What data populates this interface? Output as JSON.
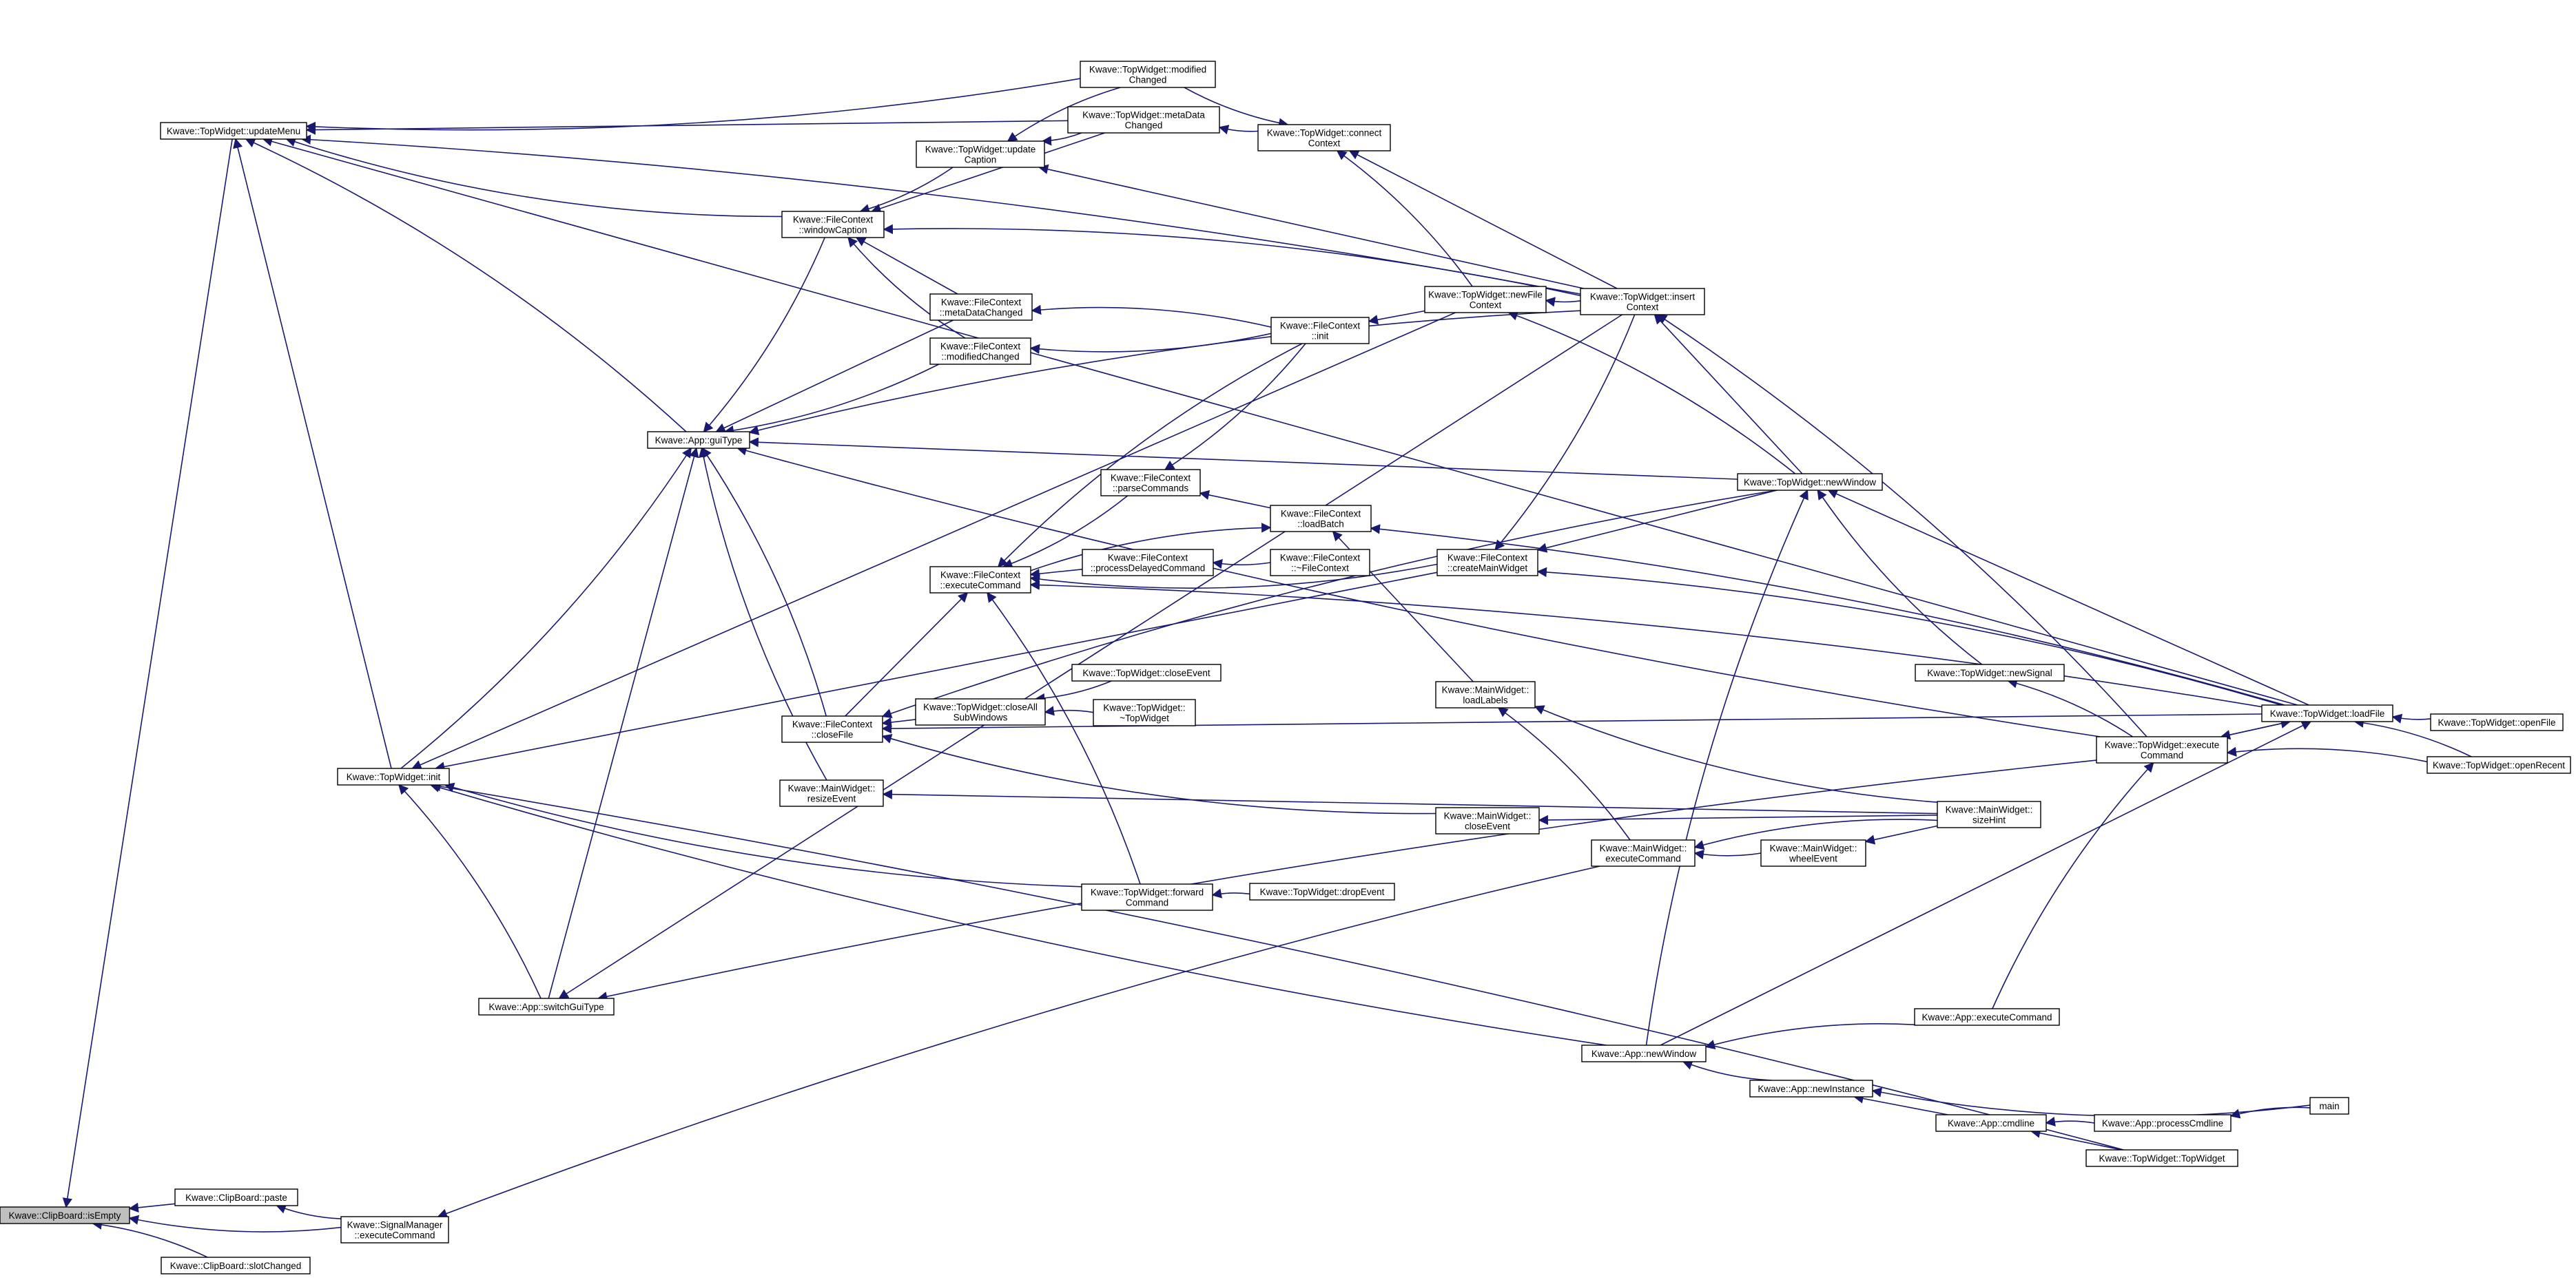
{
  "graph": {
    "title": "Kwave::ClipBoard::isEmpty caller graph",
    "colors": {
      "edge": "#191970",
      "root_fill": "#bfbfbf",
      "node_fill": "#ffffff",
      "node_stroke": "#000000"
    },
    "nodes": [
      {
        "id": "isEmpty",
        "lines": [
          "Kwave::ClipBoard::isEmpty"
        ],
        "root": true
      },
      {
        "id": "paste",
        "lines": [
          "Kwave::ClipBoard::paste"
        ]
      },
      {
        "id": "slotChanged",
        "lines": [
          "Kwave::ClipBoard::slotChanged"
        ]
      },
      {
        "id": "signalMgrExec",
        "lines": [
          "Kwave::SignalManager",
          "::executeCommand"
        ]
      },
      {
        "id": "updateMenu",
        "lines": [
          "Kwave::TopWidget::updateMenu"
        ]
      },
      {
        "id": "twInit",
        "lines": [
          "Kwave::TopWidget::init"
        ]
      },
      {
        "id": "guiType",
        "lines": [
          "Kwave::App::guiType"
        ]
      },
      {
        "id": "switchGuiType",
        "lines": [
          "Kwave::App::switchGuiType"
        ]
      },
      {
        "id": "twModifiedChanged",
        "lines": [
          "Kwave::TopWidget::modified",
          "Changed"
        ]
      },
      {
        "id": "twMetaDataChanged",
        "lines": [
          "Kwave::TopWidget::metaData",
          "Changed"
        ]
      },
      {
        "id": "twUpdateCaption",
        "lines": [
          "Kwave::TopWidget::update",
          "Caption"
        ]
      },
      {
        "id": "twConnectContext",
        "lines": [
          "Kwave::TopWidget::connect",
          "Context"
        ]
      },
      {
        "id": "fcWindowCaption",
        "lines": [
          "Kwave::FileContext",
          "::windowCaption"
        ]
      },
      {
        "id": "fcMetaDataChanged",
        "lines": [
          "Kwave::FileContext",
          "::metaDataChanged"
        ]
      },
      {
        "id": "fcModifiedChanged",
        "lines": [
          "Kwave::FileContext",
          "::modifiedChanged"
        ]
      },
      {
        "id": "fcInit",
        "lines": [
          "Kwave::FileContext",
          "::init"
        ]
      },
      {
        "id": "twNewFileContext",
        "lines": [
          "Kwave::TopWidget::newFile",
          "Context"
        ]
      },
      {
        "id": "twInsertContext",
        "lines": [
          "Kwave::TopWidget::insert",
          "Context"
        ]
      },
      {
        "id": "fcParseCommands",
        "lines": [
          "Kwave::FileContext",
          "::parseCommands"
        ]
      },
      {
        "id": "fcLoadBatch",
        "lines": [
          "Kwave::FileContext",
          "::loadBatch"
        ]
      },
      {
        "id": "fcExecuteCommand",
        "lines": [
          "Kwave::FileContext",
          "::executeCommand"
        ]
      },
      {
        "id": "fcProcessDelayed",
        "lines": [
          "Kwave::FileContext",
          "::processDelayedCommand"
        ]
      },
      {
        "id": "fcDtor",
        "lines": [
          "Kwave::FileContext",
          "::~FileContext"
        ]
      },
      {
        "id": "fcCreateMainWidget",
        "lines": [
          "Kwave::FileContext",
          "::createMainWidget"
        ]
      },
      {
        "id": "twNewWindow",
        "lines": [
          "Kwave::TopWidget::newWindow"
        ]
      },
      {
        "id": "twCloseEvent",
        "lines": [
          "Kwave::TopWidget::closeEvent"
        ]
      },
      {
        "id": "twCloseAll",
        "lines": [
          "Kwave::TopWidget::closeAll",
          "SubWindows"
        ]
      },
      {
        "id": "twDtor",
        "lines": [
          "Kwave::TopWidget::",
          "~TopWidget"
        ]
      },
      {
        "id": "fcCloseFile",
        "lines": [
          "Kwave::FileContext",
          "::closeFile"
        ]
      },
      {
        "id": "mwResizeEvent",
        "lines": [
          "Kwave::MainWidget::",
          "resizeEvent"
        ]
      },
      {
        "id": "mwLoadLabels",
        "lines": [
          "Kwave::MainWidget::",
          "loadLabels"
        ]
      },
      {
        "id": "mwCloseEvent",
        "lines": [
          "Kwave::MainWidget::",
          "closeEvent"
        ]
      },
      {
        "id": "mwExecuteCommand",
        "lines": [
          "Kwave::MainWidget::",
          "executeCommand"
        ]
      },
      {
        "id": "mwWheelEvent",
        "lines": [
          "Kwave::MainWidget::",
          "wheelEvent"
        ]
      },
      {
        "id": "mwSizeHint",
        "lines": [
          "Kwave::MainWidget::",
          "sizeHint"
        ]
      },
      {
        "id": "twForwardCommand",
        "lines": [
          "Kwave::TopWidget::forward",
          "Command"
        ]
      },
      {
        "id": "twDropEvent",
        "lines": [
          "Kwave::TopWidget::dropEvent"
        ]
      },
      {
        "id": "twNewSignal",
        "lines": [
          "Kwave::TopWidget::newSignal"
        ]
      },
      {
        "id": "twExecuteCommand",
        "lines": [
          "Kwave::TopWidget::execute",
          "Command"
        ]
      },
      {
        "id": "twLoadFile",
        "lines": [
          "Kwave::TopWidget::loadFile"
        ]
      },
      {
        "id": "twOpenFile",
        "lines": [
          "Kwave::TopWidget::openFile"
        ]
      },
      {
        "id": "twOpenRecent",
        "lines": [
          "Kwave::TopWidget::openRecent"
        ]
      },
      {
        "id": "appExecuteCommand",
        "lines": [
          "Kwave::App::executeCommand"
        ]
      },
      {
        "id": "appNewWindow",
        "lines": [
          "Kwave::App::newWindow"
        ]
      },
      {
        "id": "appNewInstance",
        "lines": [
          "Kwave::App::newInstance"
        ]
      },
      {
        "id": "appCmdline",
        "lines": [
          "Kwave::App::cmdline"
        ]
      },
      {
        "id": "appProcessCmdline",
        "lines": [
          "Kwave::App::processCmdline"
        ]
      },
      {
        "id": "twCtor",
        "lines": [
          "Kwave::TopWidget::TopWidget"
        ]
      },
      {
        "id": "main",
        "lines": [
          "main"
        ]
      }
    ],
    "edges": [
      {
        "from": "isEmpty",
        "to": "paste"
      },
      {
        "from": "isEmpty",
        "to": "slotChanged"
      },
      {
        "from": "isEmpty",
        "to": "signalMgrExec"
      },
      {
        "from": "isEmpty",
        "to": "updateMenu"
      },
      {
        "from": "paste",
        "to": "signalMgrExec"
      },
      {
        "from": "signalMgrExec",
        "to": "mwExecuteCommand"
      },
      {
        "from": "updateMenu",
        "to": "twInit"
      },
      {
        "from": "updateMenu",
        "to": "guiType"
      },
      {
        "from": "updateMenu",
        "to": "twModifiedChanged"
      },
      {
        "from": "updateMenu",
        "to": "twMetaDataChanged"
      },
      {
        "from": "updateMenu",
        "to": "fcWindowCaption"
      },
      {
        "from": "updateMenu",
        "to": "twInsertContext"
      },
      {
        "from": "updateMenu",
        "to": "twLoadFile"
      },
      {
        "from": "twUpdateCaption",
        "to": "twModifiedChanged"
      },
      {
        "from": "twUpdateCaption",
        "to": "twMetaDataChanged"
      },
      {
        "from": "twUpdateCaption",
        "to": "twInsertContext"
      },
      {
        "from": "twMetaDataChanged",
        "to": "twConnectContext"
      },
      {
        "from": "twConnectContext",
        "to": "twModifiedChanged"
      },
      {
        "from": "twConnectContext",
        "to": "twInsertContext"
      },
      {
        "from": "twConnectContext",
        "to": "twNewFileContext"
      },
      {
        "from": "fcWindowCaption",
        "to": "twUpdateCaption"
      },
      {
        "from": "fcWindowCaption",
        "to": "fcMetaDataChanged"
      },
      {
        "from": "fcWindowCaption",
        "to": "fcModifiedChanged"
      },
      {
        "from": "fcWindowCaption",
        "to": "twInsertContext"
      },
      {
        "from": "fcWindowCaption",
        "to": "twMetaDataChanged"
      },
      {
        "from": "fcMetaDataChanged",
        "to": "fcInit"
      },
      {
        "from": "fcModifiedChanged",
        "to": "fcInit"
      },
      {
        "from": "fcInit",
        "to": "twNewFileContext"
      },
      {
        "from": "twNewFileContext",
        "to": "twInsertContext"
      },
      {
        "from": "twNewFileContext",
        "to": "twNewWindow"
      },
      {
        "from": "twInsertContext",
        "to": "twNewWindow"
      },
      {
        "from": "twInsertContext",
        "to": "twExecuteCommand"
      },
      {
        "from": "guiType",
        "to": "fcWindowCaption"
      },
      {
        "from": "guiType",
        "to": "fcMetaDataChanged"
      },
      {
        "from": "guiType",
        "to": "fcModifiedChanged"
      },
      {
        "from": "guiType",
        "to": "twInsertContext"
      },
      {
        "from": "guiType",
        "to": "twNewWindow"
      },
      {
        "from": "guiType",
        "to": "fcCloseFile"
      },
      {
        "from": "guiType",
        "to": "mwResizeEvent"
      },
      {
        "from": "guiType",
        "to": "switchGuiType"
      },
      {
        "from": "guiType",
        "to": "twExecuteCommand"
      },
      {
        "from": "guiType",
        "to": "twInit"
      },
      {
        "from": "twInit",
        "to": "twNewFileContext"
      },
      {
        "from": "twInit",
        "to": "switchGuiType"
      },
      {
        "from": "twInit",
        "to": "twForwardCommand"
      },
      {
        "from": "twInit",
        "to": "fcCreateMainWidget"
      },
      {
        "from": "twInit",
        "to": "appNewWindow"
      },
      {
        "from": "twInit",
        "to": "twCtor"
      },
      {
        "from": "switchGuiType",
        "to": "twInsertContext"
      },
      {
        "from": "switchGuiType",
        "to": "twExecuteCommand"
      },
      {
        "from": "fcParseCommands",
        "to": "fcInit"
      },
      {
        "from": "fcParseCommands",
        "to": "fcLoadBatch"
      },
      {
        "from": "fcLoadBatch",
        "to": "fcExecuteCommand"
      },
      {
        "from": "fcLoadBatch",
        "to": "twLoadFile"
      },
      {
        "from": "fcLoadBatch",
        "to": "mwLoadLabels"
      },
      {
        "from": "fcExecuteCommand",
        "to": "fcInit"
      },
      {
        "from": "fcExecuteCommand",
        "to": "fcParseCommands"
      },
      {
        "from": "fcExecuteCommand",
        "to": "fcProcessDelayed"
      },
      {
        "from": "fcExecuteCommand",
        "to": "fcCreateMainWidget"
      },
      {
        "from": "fcExecuteCommand",
        "to": "twLoadFile"
      },
      {
        "from": "fcExecuteCommand",
        "to": "fcCloseFile"
      },
      {
        "from": "fcExecuteCommand",
        "to": "twForwardCommand"
      },
      {
        "from": "fcProcessDelayed",
        "to": "fcDtor"
      },
      {
        "from": "fcCreateMainWidget",
        "to": "twNewWindow"
      },
      {
        "from": "fcCreateMainWidget",
        "to": "twInsertContext"
      },
      {
        "from": "fcCreateMainWidget",
        "to": "twLoadFile"
      },
      {
        "from": "fcCloseFile",
        "to": "twCloseAll"
      },
      {
        "from": "fcCloseFile",
        "to": "twNewWindow"
      },
      {
        "from": "fcCloseFile",
        "to": "mwCloseEvent"
      },
      {
        "from": "fcCloseFile",
        "to": "twLoadFile"
      },
      {
        "from": "twCloseAll",
        "to": "twCloseEvent"
      },
      {
        "from": "twCloseAll",
        "to": "twDtor"
      },
      {
        "from": "mwResizeEvent",
        "to": "mwSizeHint"
      },
      {
        "from": "mwLoadLabels",
        "to": "mwExecuteCommand"
      },
      {
        "from": "mwLoadLabels",
        "to": "mwSizeHint"
      },
      {
        "from": "mwCloseEvent",
        "to": "mwSizeHint"
      },
      {
        "from": "mwExecuteCommand",
        "to": "mwWheelEvent"
      },
      {
        "from": "mwExecuteCommand",
        "to": "mwSizeHint"
      },
      {
        "from": "mwWheelEvent",
        "to": "mwSizeHint"
      },
      {
        "from": "twForwardCommand",
        "to": "twDropEvent"
      },
      {
        "from": "twNewWindow",
        "to": "twNewSignal"
      },
      {
        "from": "twNewWindow",
        "to": "twLoadFile"
      },
      {
        "from": "twNewWindow",
        "to": "appNewWindow"
      },
      {
        "from": "twNewSignal",
        "to": "twExecuteCommand"
      },
      {
        "from": "twExecuteCommand",
        "to": "twLoadFile"
      },
      {
        "from": "twExecuteCommand",
        "to": "twOpenRecent"
      },
      {
        "from": "twExecuteCommand",
        "to": "appExecuteCommand"
      },
      {
        "from": "twLoadFile",
        "to": "twExecuteCommand"
      },
      {
        "from": "twLoadFile",
        "to": "twOpenFile"
      },
      {
        "from": "twLoadFile",
        "to": "twOpenRecent"
      },
      {
        "from": "twLoadFile",
        "to": "appNewWindow"
      },
      {
        "from": "appNewWindow",
        "to": "appExecuteCommand"
      },
      {
        "from": "appNewWindow",
        "to": "appNewInstance"
      },
      {
        "from": "appNewInstance",
        "to": "appCmdline"
      },
      {
        "from": "appNewInstance",
        "to": "main"
      },
      {
        "from": "appCmdline",
        "to": "appProcessCmdline"
      },
      {
        "from": "appCmdline",
        "to": "twCtor"
      },
      {
        "from": "appProcessCmdline",
        "to": "main"
      }
    ]
  }
}
